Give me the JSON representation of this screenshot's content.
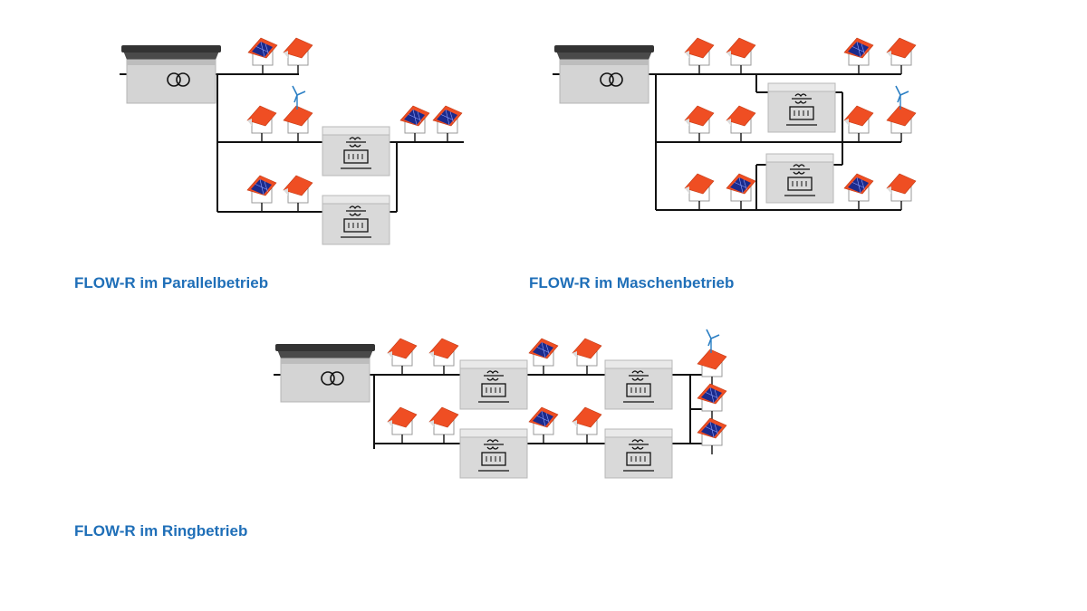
{
  "captions": {
    "parallel": "FLOW-R im Parallelbetrieb",
    "mesh": "FLOW-R im Maschenbetrieb",
    "ring": "FLOW-R im Ringbetrieb"
  },
  "diagrams": [
    {
      "id": "parallel",
      "components": [
        "substation",
        "flow-r-unit",
        "flow-r-unit",
        "house",
        "house-solar",
        "house-wind"
      ]
    },
    {
      "id": "mesh",
      "components": [
        "substation",
        "flow-r-unit",
        "flow-r-unit",
        "house",
        "house-solar",
        "house-wind"
      ]
    },
    {
      "id": "ring",
      "components": [
        "substation",
        "flow-r-unit",
        "flow-r-unit",
        "flow-r-unit",
        "flow-r-unit",
        "house",
        "house-solar",
        "house-wind"
      ]
    }
  ],
  "colors": {
    "line": "#111111",
    "roof": "#ef4e23",
    "house_wall": "#ffffff",
    "solar_panel": "#1b2a8c",
    "box_body": "#d6d6d6",
    "box_top": "#444444",
    "wind_turbine": "#2b7fc4",
    "caption": "#1f6fb8"
  },
  "icons": {
    "substation": "transformer-station-icon",
    "flow_r": "flow-r-unit-icon",
    "house": "house-icon",
    "house_solar": "house-solar-icon",
    "house_wind": "house-wind-turbine-icon"
  }
}
